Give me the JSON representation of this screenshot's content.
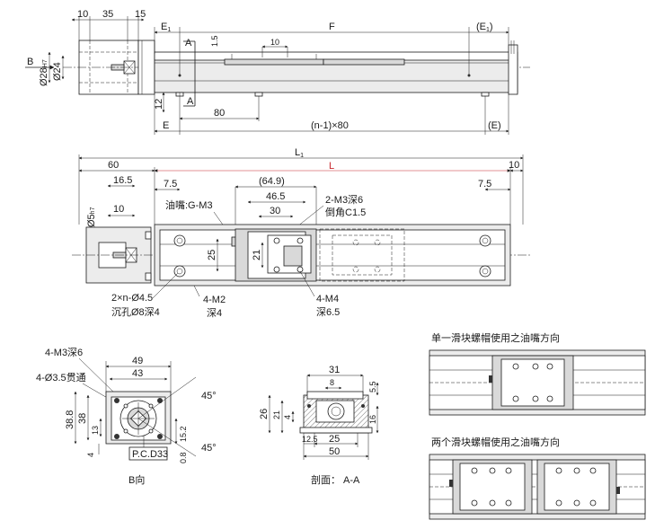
{
  "top_view": {
    "dim_10": "10",
    "dim_35": "35",
    "dim_15": "15",
    "label_E1": "E",
    "label_E1_sub": "1",
    "label_F": "F",
    "label_E1_paren": "(E",
    "label_E1_paren_sub": "1",
    "label_E1_paren_close": ")",
    "label_A_top": "A",
    "label_A_bottom": "A",
    "dim_1_5": "1.5",
    "dim_10_slot": "10",
    "label_B": "B",
    "dia_28": "Ø28",
    "dia_28_tol": "H7",
    "dia_24": "Ø24",
    "dim_12": "12",
    "dim_80": "80",
    "label_E": "E",
    "dim_n80": "(n-1)×80",
    "label_E_paren": "(E)"
  },
  "mid_view": {
    "label_L1": "L",
    "label_L1_sub": "1",
    "label_L": "L",
    "dim_60": "60",
    "dim_10_right": "10",
    "dim_16_5": "16.5",
    "dim_7_5_left": "7.5",
    "dim_64_9": "(64.9)",
    "dim_7_5_right": "7.5",
    "dim_46_5": "46.5",
    "dim_10_shaft": "10",
    "dim_30": "30",
    "dia_5": "Ø5",
    "dia_5_tol": "h7",
    "oil_nozzle": "油嘴:G-M3",
    "m3_depth": "2-M3深6",
    "chamfer": "倒角C1.5",
    "dim_25": "25",
    "dim_21": "21",
    "hole_note_1": "2×n-Ø4.5",
    "hole_note_2": "沉孔Ø8深4",
    "m2_note_1": "4-M2",
    "m2_note_2": "深4",
    "m4_note_1": "4-M4",
    "m4_note_2": "深6.5"
  },
  "b_view": {
    "m3_note": "4-M3深6",
    "thru_note": "4-Ø3.5贯通",
    "dim_49": "49",
    "dim_43": "43",
    "dim_38_8": "38.8",
    "dim_38": "38",
    "dim_13": "13",
    "dim_4": "4",
    "dim_15_2": "15.2",
    "dim_0_8": "0.8",
    "pcd": "P.C.D33",
    "angle_1": "45°",
    "angle_2": "45°",
    "caption": "B向"
  },
  "section_view": {
    "dim_31": "31",
    "dim_8": "8",
    "dim_5_5": "5.5",
    "dim_26": "26",
    "dim_21": "21",
    "dim_4": "4",
    "dim_16": "16",
    "dim_12_5": "12.5",
    "dim_25": "25",
    "dim_50": "50",
    "caption": "剖面： A-A"
  },
  "right_panels": {
    "single_title": "单一滑块螺帽使用之油嘴方向",
    "double_title": "两个滑块螺帽使用之油嘴方向"
  }
}
